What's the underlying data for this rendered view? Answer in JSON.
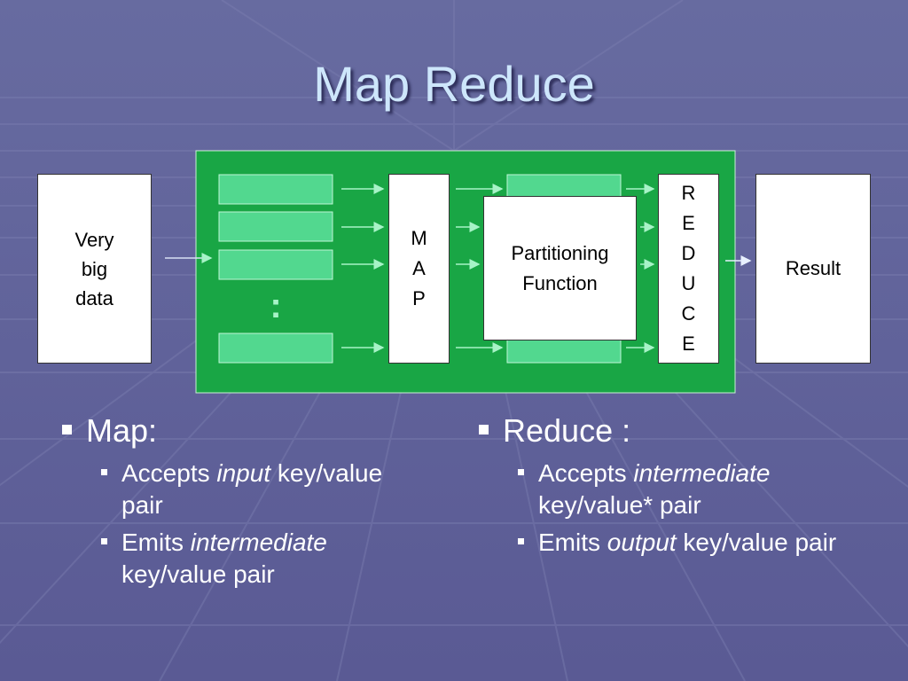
{
  "slide": {
    "title": "Map Reduce"
  },
  "diagram": {
    "input": "Very big data",
    "map": "MAP",
    "partition": [
      "Partitioning",
      "Function"
    ],
    "reduce": "REDUCE",
    "result": "Result",
    "ellipsis": ":"
  },
  "bullets": {
    "map": {
      "heading": "Map:",
      "items": [
        {
          "pre": "Accepts ",
          "em": "input",
          "post": " key/value pair"
        },
        {
          "pre": "Emits ",
          "em": "intermediate",
          "post": " key/value pair"
        }
      ]
    },
    "reduce": {
      "heading": "Reduce :",
      "items": [
        {
          "pre": "Accepts ",
          "em": "intermediate",
          "post": " key/value* pair"
        },
        {
          "pre": "Emits ",
          "em": "output",
          "post": " key/value pair"
        }
      ]
    }
  },
  "colors": {
    "background": "#5f5f96",
    "title": "#cde6fb",
    "panel": "#19a645",
    "chunk": "#52d88f",
    "arrow": "#a7f3c7"
  }
}
